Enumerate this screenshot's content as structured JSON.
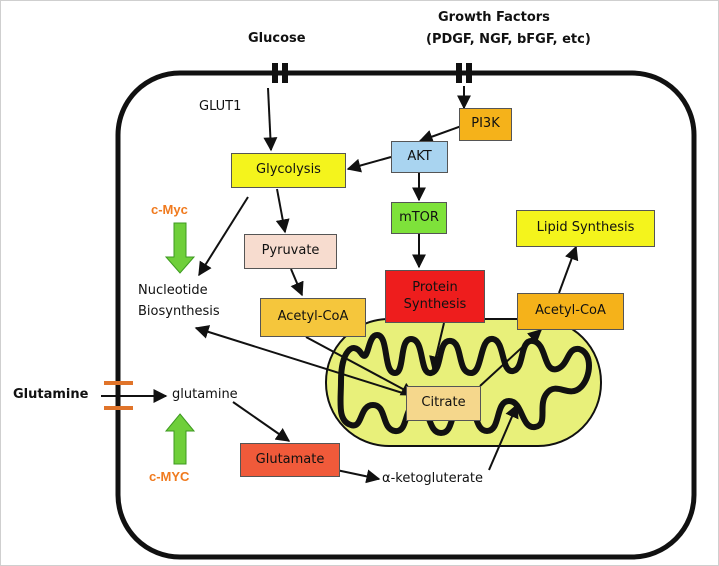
{
  "labels": {
    "glucose": "Glucose",
    "growth_factors_line1": "Growth Factors",
    "growth_factors_line2": "(PDGF, NGF, bFGF, etc)",
    "glut1": "GLUT1",
    "glutamine_external": "Glutamine",
    "glutamine_internal": "glutamine",
    "nucleotide_line1": "Nucleotide",
    "nucleotide_line2": "Biosynthesis",
    "alpha_kg": "α-ketogluterate"
  },
  "boxes": {
    "pi3k": "PI3K",
    "akt": "AKT",
    "glycolysis": "Glycolysis",
    "mtor": "mTOR",
    "lipid_synthesis": "Lipid Synthesis",
    "pyruvate": "Pyruvate",
    "protein_line1": "Protein",
    "protein_line2": "Synthesis",
    "acetyl_coa_left": "Acetyl-CoA",
    "acetyl_coa_right": "Acetyl-CoA",
    "citrate": "Citrate",
    "glutamate": "Glutamate"
  },
  "regulators": {
    "cmyc_top": "c-Myc",
    "cmyc_bottom": "c-MYC"
  },
  "colors": {
    "pi3k": "#f5b21a",
    "akt": "#a9d4f0",
    "glycolysis": "#f4f41c",
    "mtor": "#7ee23a",
    "lipid": "#f4f41c",
    "pyruvate": "#f7dccf",
    "protein": "#ee1d1d",
    "acetyl_left": "#f5c63c",
    "acetyl_right": "#f5b21a",
    "citrate": "#f5d78c",
    "glutamate": "#f05a3a",
    "mitochondrion": "#e8f07a",
    "regulator_text": "#f07a1e",
    "regulator_arrow": "#6fcf3a",
    "transporter": "#e0742a"
  }
}
